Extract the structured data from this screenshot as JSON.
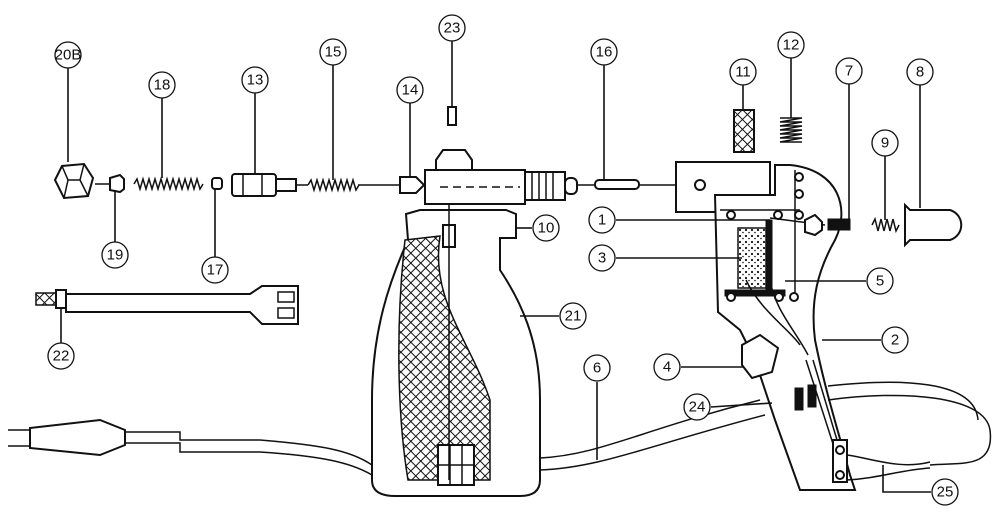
{
  "diagram": {
    "labels": [
      "20B",
      "18",
      "13",
      "15",
      "14",
      "23",
      "16",
      "11",
      "12",
      "7",
      "8",
      "9",
      "10",
      "1",
      "3",
      "5",
      "19",
      "17",
      "21",
      "2",
      "22",
      "4",
      "6",
      "24",
      "25"
    ]
  }
}
